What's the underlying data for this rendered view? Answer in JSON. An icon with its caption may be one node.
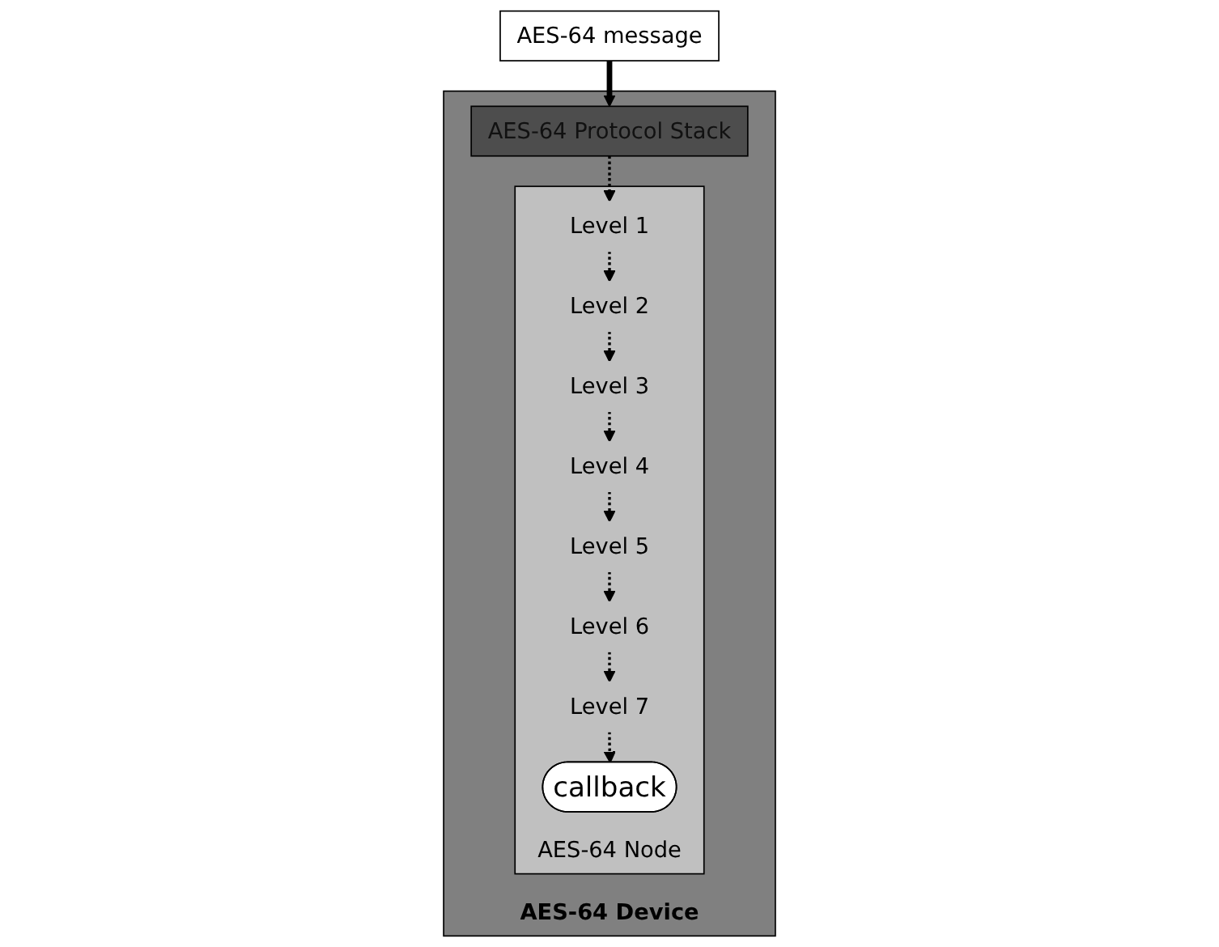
{
  "diagram": {
    "nodes": [
      {
        "text": [
          "AES-64 message"
        ]
      },
      {
        "text": [
          "AES-64 Device"
        ]
      },
      {
        "text": [
          "AES-64 Protocol Stack"
        ],
        "in": 1
      },
      {
        "text": [
          "AES-64 Node"
        ],
        "in": 1
      },
      {
        "text": [
          "Level 1"
        ],
        "in": 3
      },
      {
        "text": [
          "Level 2"
        ],
        "in": 3
      },
      {
        "text": [
          "Level 3"
        ],
        "in": 3
      },
      {
        "text": [
          "Level 4"
        ],
        "in": 3
      },
      {
        "text": [
          "Level 5"
        ],
        "in": 3
      },
      {
        "text": [
          "Level 6"
        ],
        "in": 3
      },
      {
        "text": [
          "Level 7"
        ],
        "in": 3
      },
      {
        "text": [
          "callback"
        ],
        "in": 3
      }
    ],
    "edges": [
      {
        "from": 0,
        "to": 2,
        "arrow": "to",
        "style": "thick"
      },
      {
        "from": 2,
        "to": 4,
        "arrow": "to",
        "style": "dashed"
      },
      {
        "from": 4,
        "to": 5,
        "arrow": "to",
        "style": "dashed"
      },
      {
        "from": 5,
        "to": 6,
        "arrow": "to",
        "style": "dashed"
      },
      {
        "from": 6,
        "to": 7,
        "arrow": "to",
        "style": "dashed"
      },
      {
        "from": 7,
        "to": 8,
        "arrow": "to",
        "style": "dashed"
      },
      {
        "from": 8,
        "to": 9,
        "arrow": "to",
        "style": "dashed"
      },
      {
        "from": 9,
        "to": 10,
        "arrow": "to",
        "style": "dashed"
      },
      {
        "from": 10,
        "to": 11,
        "arrow": "to",
        "style": "dashed"
      }
    ]
  }
}
